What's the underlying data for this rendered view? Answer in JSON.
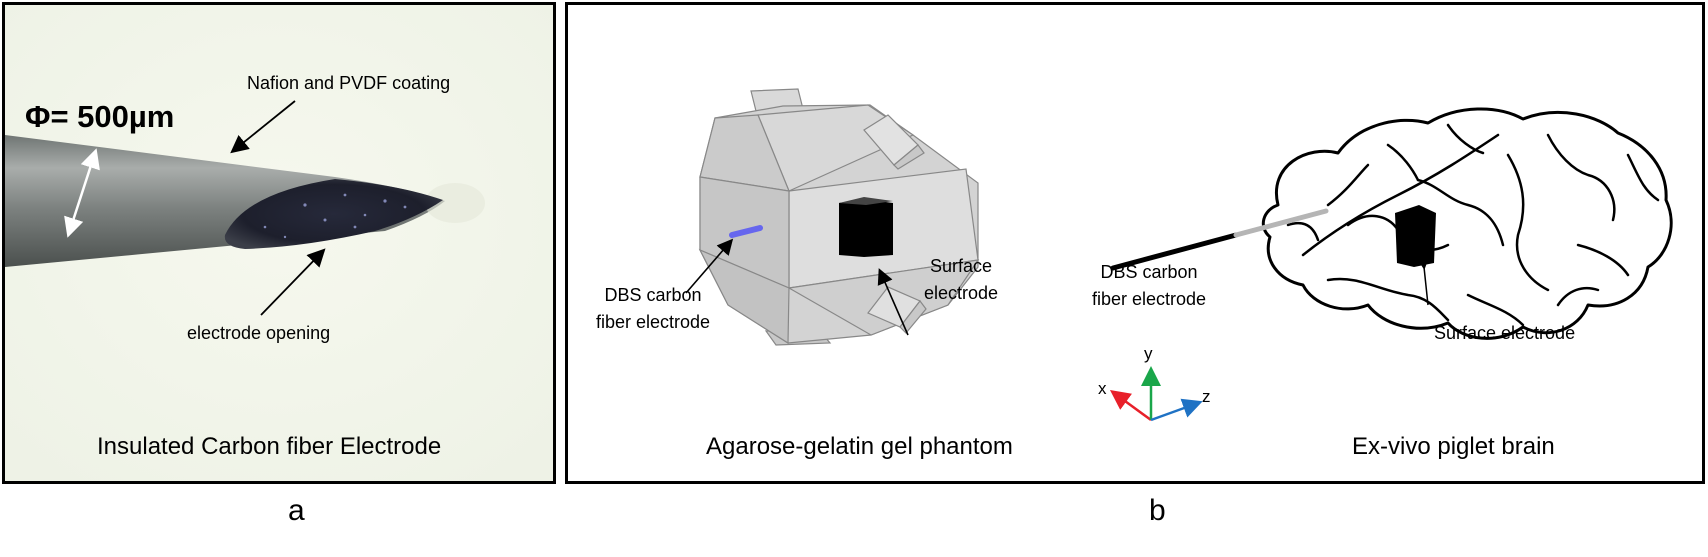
{
  "panel_a": {
    "diameter_label": "Φ= 500µm",
    "coating_label": "Nafion and PVDF coating",
    "opening_label": "electrode opening",
    "caption": "Insulated Carbon fiber Electrode",
    "letter": "a"
  },
  "panel_b": {
    "phantom_caption": "Agarose-gelatin gel phantom",
    "brain_caption": "Ex-vivo piglet brain",
    "dbs_label_line1": "DBS carbon",
    "dbs_label_line2": "fiber electrode",
    "surface_label_line1": "Surface",
    "surface_label_line2": "electrode",
    "surface_electrode_label": "Surface electrode",
    "axis_x": "x",
    "axis_y": "y",
    "axis_z": "z",
    "letter": "b"
  },
  "colors": {
    "axis_x": "#e8202a",
    "axis_y": "#1aa64a",
    "axis_z": "#1f72c4",
    "phantom_fill": "#d6d6d6",
    "dbs_electrode_phantom": "#6666ee"
  }
}
